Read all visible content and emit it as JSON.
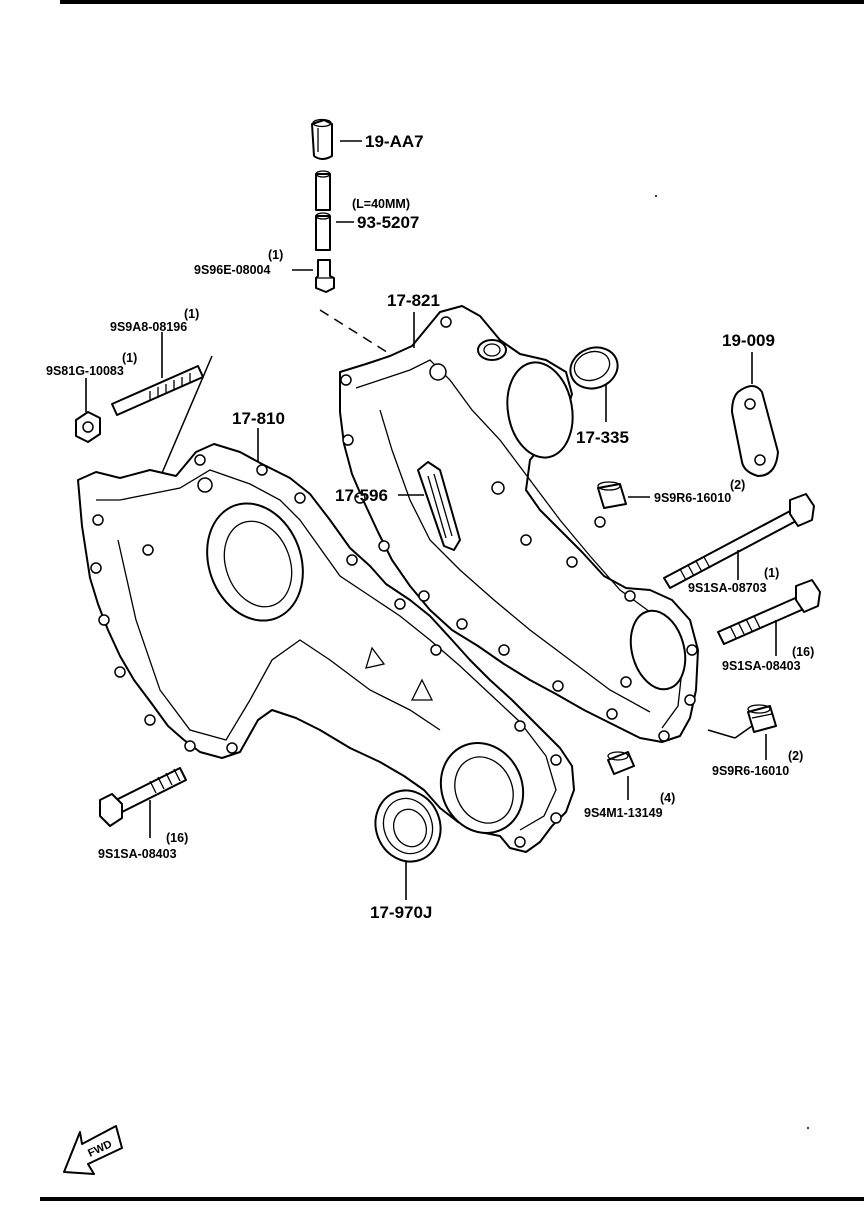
{
  "parts": {
    "p19aa7": "19-AA7",
    "p935207": "93-5207",
    "p935207_note": "(L=40MM)",
    "p9s96e": "9S96E-08004",
    "p9s96e_qty": "(1)",
    "p17821": "17-821",
    "p19009": "19-009",
    "p17335": "17-335",
    "p9s9a8": "9S9A8-08196",
    "p9s9a8_qty": "(1)",
    "p9s81g": "9S81G-10083",
    "p9s81g_qty": "(1)",
    "p17810": "17-810",
    "p17596": "17-596",
    "p9s9r6_a": "9S9R6-16010",
    "p9s9r6_a_qty": "(2)",
    "p9s1sa_08703": "9S1SA-08703",
    "p9s1sa_08703_qty": "(1)",
    "p9s1sa_08403_r": "9S1SA-08403",
    "p9s1sa_08403_r_qty": "(16)",
    "p9s9r6_b": "9S9R6-16010",
    "p9s9r6_b_qty": "(2)",
    "p9s4m1": "9S4M1-13149",
    "p9s4m1_qty": "(4)",
    "p9s1sa_08403_l": "9S1SA-08403",
    "p9s1sa_08403_l_qty": "(16)",
    "p17970j": "17-970J",
    "fwd": "FWD"
  }
}
